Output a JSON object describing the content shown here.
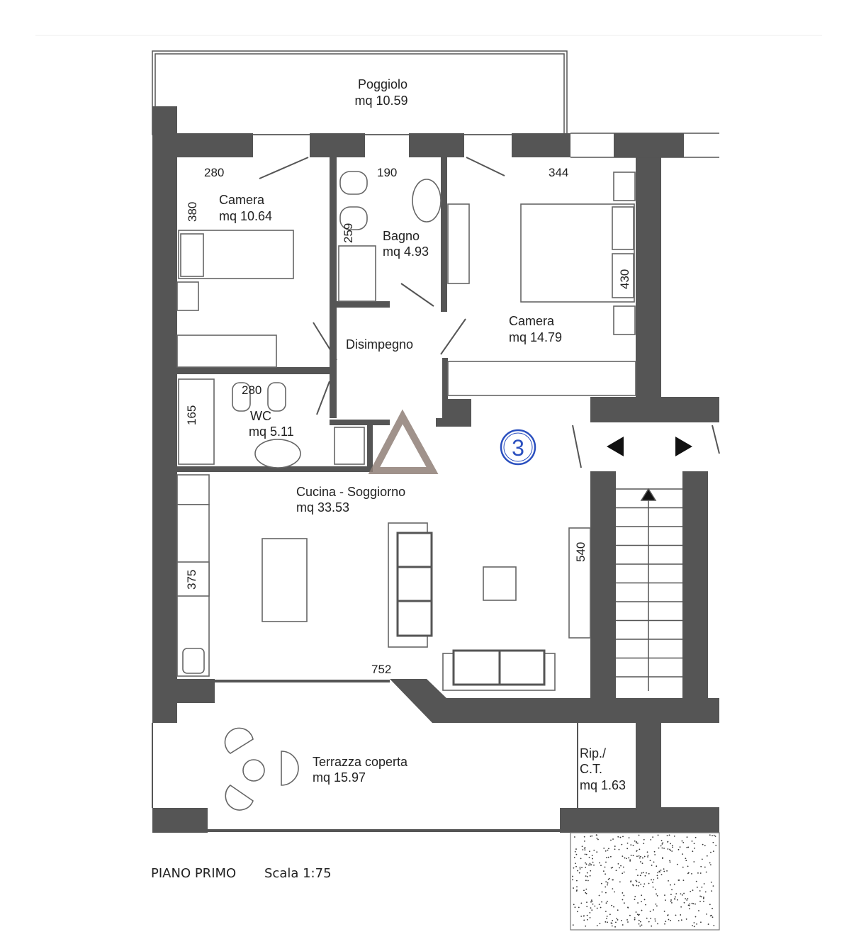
{
  "rooms": {
    "poggiolo": {
      "name": "Poggiolo",
      "area": "mq 10.59"
    },
    "camera1": {
      "name": "Camera",
      "area": "mq 10.64"
    },
    "bagno": {
      "name": "Bagno",
      "area": "mq 4.93"
    },
    "camera2": {
      "name": "Camera",
      "area": "mq 14.79"
    },
    "disimpegno": {
      "name": "Disimpegno"
    },
    "wc": {
      "name": "WC",
      "area": "mq 5.11"
    },
    "cucina": {
      "name": "Cucina - Soggiorno",
      "area": "mq 33.53"
    },
    "terrazza": {
      "name": "Terrazza coperta",
      "area": "mq 15.97"
    },
    "ripostiglio": {
      "name1": "Rip./",
      "name2": "C.T.",
      "area": "mq 1.63"
    }
  },
  "dimensions": {
    "camera1_w": "280",
    "camera1_h": "380",
    "bagno_w": "190",
    "bagno_h": "259",
    "camera2_w": "344",
    "camera2_h": "430",
    "wc_w": "280",
    "wc_h": "165",
    "cucina_w": "752",
    "cucina_h1": "375",
    "cucina_h2": "540"
  },
  "unit_marker": "3",
  "footer": {
    "floor": "PIANO PRIMO",
    "scale": "Scala 1:75"
  },
  "colors": {
    "wall": "#555555",
    "marker": "#2a4fbf",
    "watermark": "#8f7f77"
  }
}
